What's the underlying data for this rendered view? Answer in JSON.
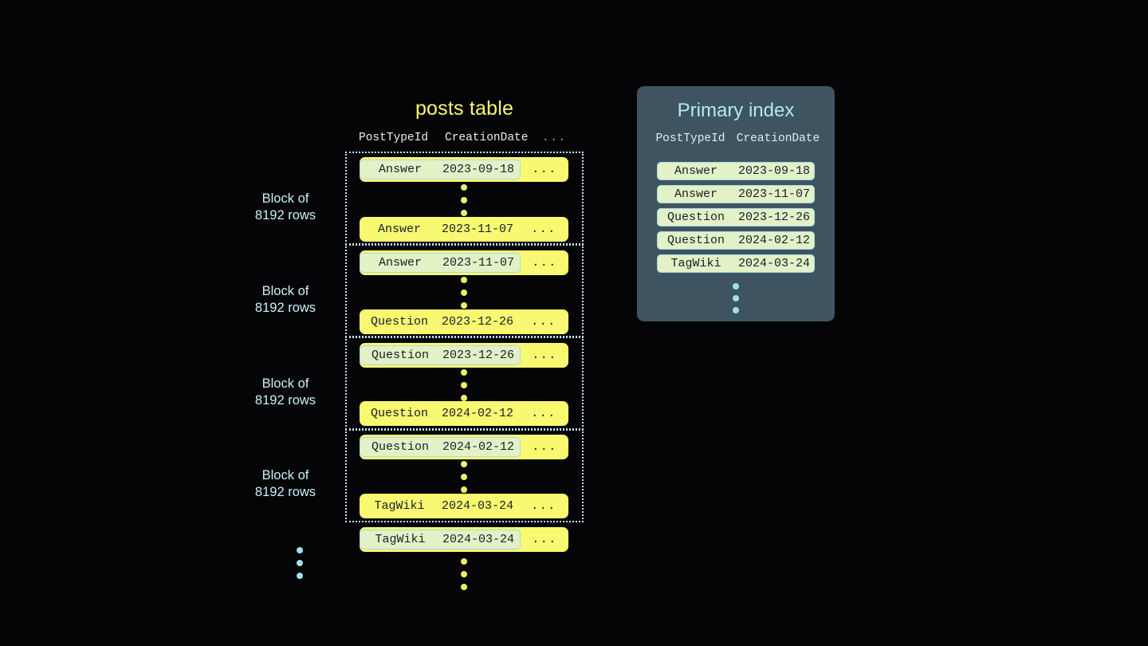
{
  "posts_table": {
    "title": "posts table",
    "columns": {
      "posttypeid": "PostTypeId",
      "creationdate": "CreationDate",
      "more": "..."
    },
    "blocks": [
      {
        "label_line1": "Block of",
        "label_line2": "8192 rows",
        "first_row": {
          "type": "Answer",
          "date": "2023-09-18",
          "more": "...",
          "highlighted": true
        },
        "last_row": {
          "type": "Answer",
          "date": "2023-11-07",
          "more": "...",
          "highlighted": false
        }
      },
      {
        "label_line1": "Block of",
        "label_line2": "8192 rows",
        "first_row": {
          "type": "Answer",
          "date": "2023-11-07",
          "more": "...",
          "highlighted": true
        },
        "last_row": {
          "type": "Question",
          "date": "2023-12-26",
          "more": "...",
          "highlighted": false
        }
      },
      {
        "label_line1": "Block of",
        "label_line2": "8192 rows",
        "first_row": {
          "type": "Question",
          "date": "2023-12-26",
          "more": "...",
          "highlighted": true
        },
        "last_row": {
          "type": "Question",
          "date": "2024-02-12",
          "more": "...",
          "highlighted": false
        }
      },
      {
        "label_line1": "Block of",
        "label_line2": "8192 rows",
        "first_row": {
          "type": "Question",
          "date": "2024-02-12",
          "more": "...",
          "highlighted": true
        },
        "last_row": {
          "type": "TagWiki",
          "date": "2024-03-24",
          "more": "...",
          "highlighted": false
        }
      }
    ],
    "trailing_row": {
      "type": "TagWiki",
      "date": "2024-03-24",
      "more": "...",
      "highlighted": true
    }
  },
  "primary_index": {
    "title": "Primary index",
    "columns": {
      "posttypeid": "PostTypeId",
      "creationdate": "CreationDate"
    },
    "rows": [
      {
        "type": "Answer",
        "date": "2023-09-18"
      },
      {
        "type": "Answer",
        "date": "2023-11-07"
      },
      {
        "type": "Question",
        "date": "2023-12-26"
      },
      {
        "type": "Question",
        "date": "2024-02-12"
      },
      {
        "type": "TagWiki",
        "date": "2024-03-24"
      }
    ]
  },
  "colors": {
    "background": "#050507",
    "row_yellow": "#f9f871",
    "highlight_green": "#e3f1c7",
    "highlight_border": "#a9d8e8",
    "panel_slate": "#3e5561",
    "accent_cyan": "#b2e8f7",
    "title_yellow": "#f7f871"
  }
}
